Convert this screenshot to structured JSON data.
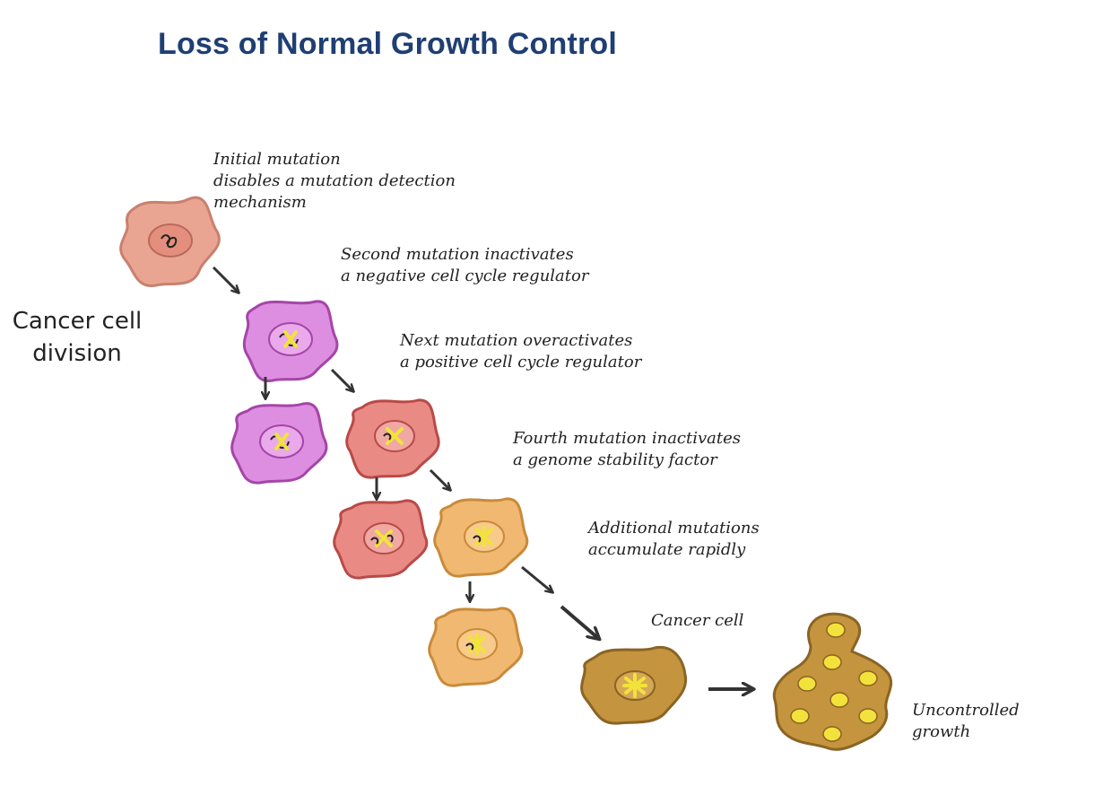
{
  "title": "Loss of Normal Growth Control",
  "side_label": {
    "line1": "Cancer cell",
    "line2": "division"
  },
  "annotations": {
    "initial": "Initial mutation\ndisables a mutation detection\nmechanism",
    "second": "Second mutation inactivates\na negative cell cycle regulator",
    "next": "Next mutation overactivates\na positive cell cycle regulator",
    "fourth": "Fourth mutation inactivates\na genome stability factor",
    "additional": "Additional mutations\naccumulate rapidly",
    "cancer_cell": "Cancer cell",
    "uncontrolled": "Uncontrolled\ngrowth"
  },
  "colors": {
    "title": "#1f3f73",
    "stage1_fill": "#e9a592",
    "stage1_stroke": "#c9806f",
    "stage2_fill": "#dd8ee0",
    "stage2_stroke": "#a545a8",
    "stage3_fill": "#e98a85",
    "stage3_stroke": "#b84a47",
    "stage4_fill": "#f0b870",
    "stage4_stroke": "#c98a3a",
    "cancer_fill": "#c4943e",
    "cancer_stroke": "#8a6424",
    "mutation_mark": "#f3e23b"
  }
}
